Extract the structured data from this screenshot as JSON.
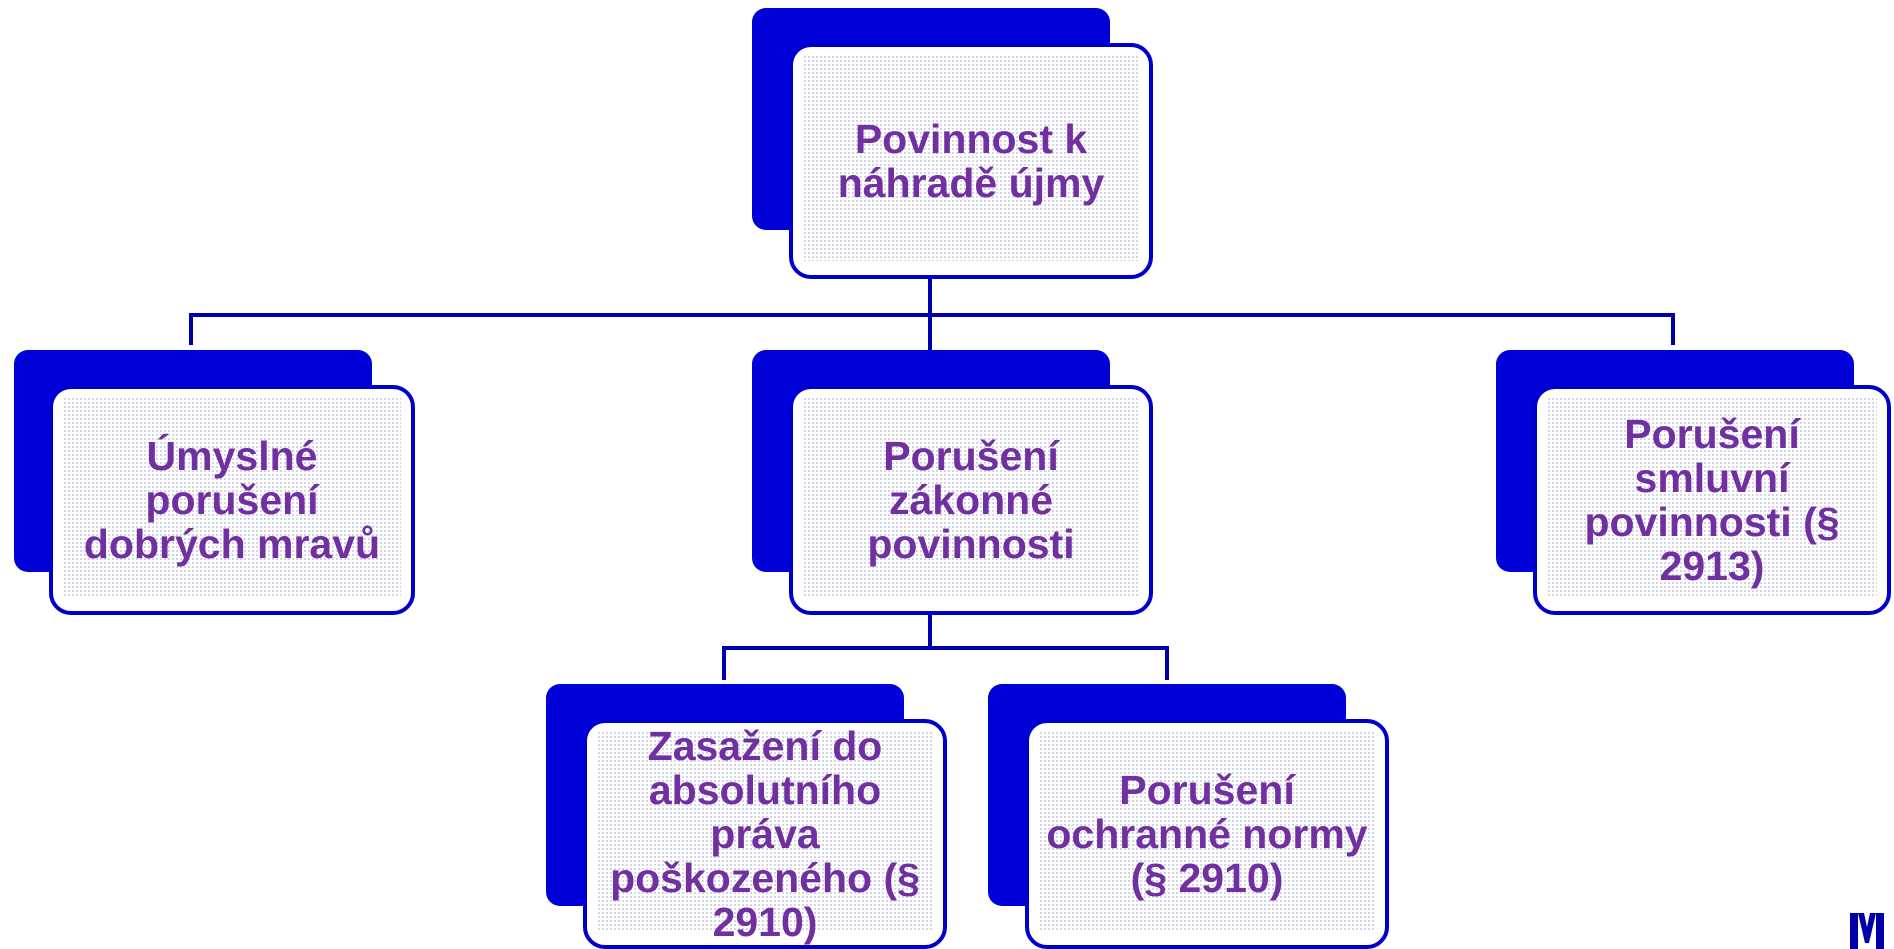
{
  "diagram": {
    "root": {
      "label": "Povinnost k náhradě újmy"
    },
    "level1": [
      {
        "label": "Úmyslné porušení dobrých mravů"
      },
      {
        "label": "Porušení zákonné povinnosti"
      },
      {
        "label": "Porušení smluvní povinnosti (§ 2913)"
      }
    ],
    "level2": [
      {
        "label": "Zasažení do absolutního práva poškozeného (§ 2910)"
      },
      {
        "label": "Porušení ochranné normy (§ 2910)"
      }
    ]
  },
  "colors": {
    "box_border": "#0000cc",
    "box_shadow": "#0000d8",
    "text": "#7030a0",
    "connector": "#0000aa"
  },
  "logo": {
    "icon": "m-logo-icon"
  }
}
